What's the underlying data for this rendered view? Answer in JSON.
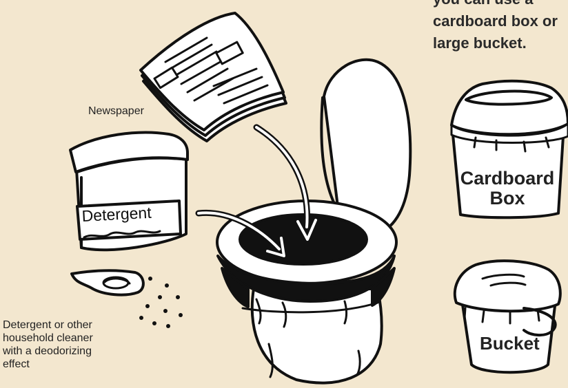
{
  "intro_text": {
    "line1": "you can use a",
    "line2": "cardboard box or",
    "line3": "large bucket."
  },
  "labels": {
    "newspaper": "Newspaper",
    "detergent_box": "Detergent",
    "cardboard_line1": "Cardboard",
    "cardboard_line2": "Box",
    "bucket": "Bucket"
  },
  "caption": {
    "line1": "Detergent or other",
    "line2": "household cleaner",
    "line3": "with a deodorizing",
    "line4": "effect"
  },
  "colors": {
    "background": "#f3e7cf",
    "ink": "#111111",
    "fill": "#ffffff"
  },
  "icons": [
    "newspaper-icon",
    "toilet-icon",
    "detergent-box-icon",
    "scoop-icon",
    "cardboard-box-icon",
    "bucket-icon",
    "arrow-icon"
  ]
}
